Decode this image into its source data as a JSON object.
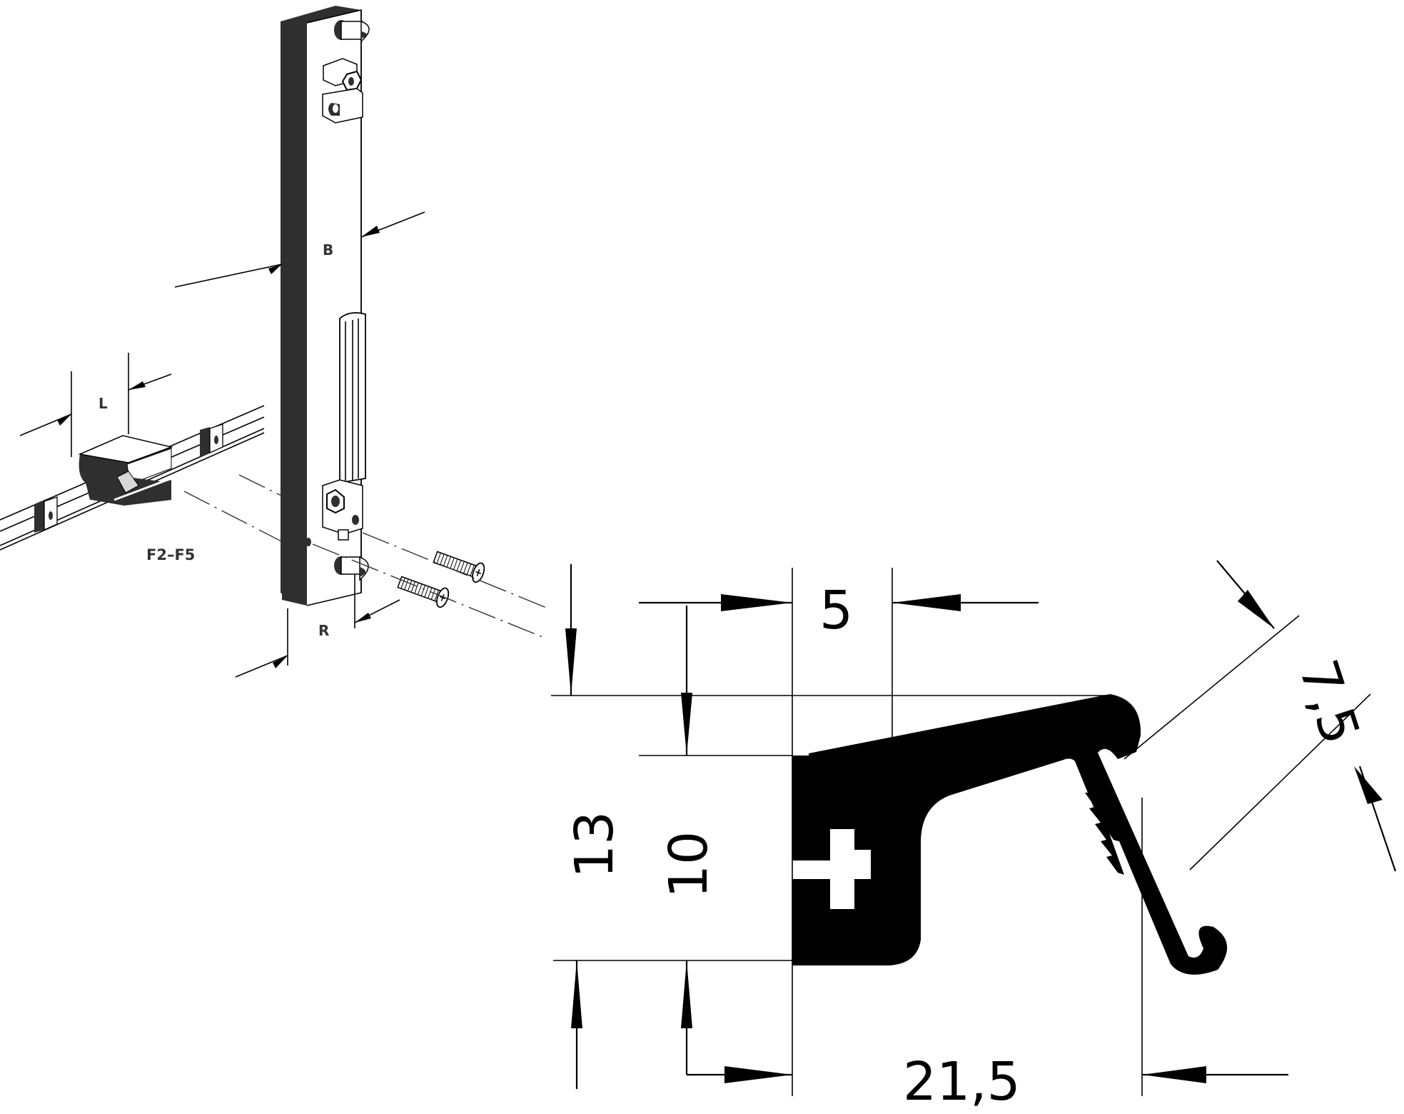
{
  "drawing": {
    "title": "Card guide and profile rail technical drawing",
    "colors": {
      "ink": "#000000",
      "dark_fill": "#2f2f2f",
      "background": "#ffffff"
    },
    "iso_view": {
      "labels": {
        "board_width": "B",
        "guide_length": "L",
        "rail_offset": "R",
        "part_range": "F2–F5"
      }
    },
    "profile_view": {
      "dimensions": {
        "top_width": "5",
        "overall_height": "13",
        "inner_height": "10",
        "overall_width": "21,5",
        "slot_gap": "7,5"
      }
    }
  }
}
